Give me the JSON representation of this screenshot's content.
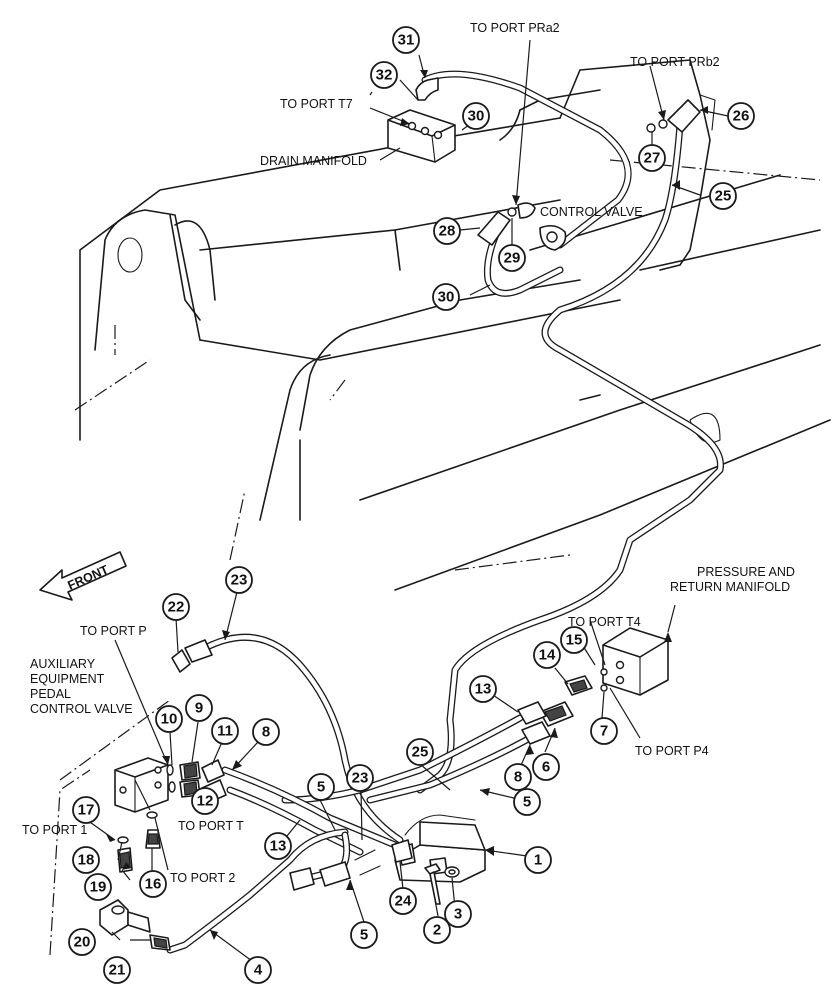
{
  "callouts": [
    {
      "id": "1"
    },
    {
      "id": "2"
    },
    {
      "id": "3"
    },
    {
      "id": "4"
    },
    {
      "id": "5"
    },
    {
      "id": "6"
    },
    {
      "id": "7"
    },
    {
      "id": "8"
    },
    {
      "id": "9"
    },
    {
      "id": "10"
    },
    {
      "id": "11"
    },
    {
      "id": "12"
    },
    {
      "id": "13"
    },
    {
      "id": "14"
    },
    {
      "id": "15"
    },
    {
      "id": "16"
    },
    {
      "id": "17"
    },
    {
      "id": "18"
    },
    {
      "id": "19"
    },
    {
      "id": "20"
    },
    {
      "id": "21"
    },
    {
      "id": "22"
    },
    {
      "id": "23"
    },
    {
      "id": "24"
    },
    {
      "id": "25"
    },
    {
      "id": "26"
    },
    {
      "id": "27"
    },
    {
      "id": "28"
    },
    {
      "id": "29"
    },
    {
      "id": "30"
    },
    {
      "id": "31"
    },
    {
      "id": "32"
    }
  ],
  "labels": {
    "to_port_pra2": "TO PORT PRa2",
    "to_port_prb2": "TO PORT PRb2",
    "to_port_t7": "TO PORT T7",
    "drain_manifold": "DRAIN MANIFOLD",
    "control_valve": "CONTROL VALVE",
    "front": "FRONT",
    "to_port_p": "TO PORT P",
    "aux_valve_1": "AUXILIARY",
    "aux_valve_2": "EQUIPMENT",
    "aux_valve_3": "PEDAL",
    "aux_valve_4": "CONTROL VALVE",
    "pressure_return_1": "PRESSURE AND",
    "pressure_return_2": "RETURN MANIFOLD",
    "to_port_t4": "TO PORT T4",
    "to_port_p4": "TO PORT P4",
    "to_port_t": "TO PORT T",
    "to_port_1": "TO PORT 1",
    "to_port_2": "TO PORT 2"
  }
}
